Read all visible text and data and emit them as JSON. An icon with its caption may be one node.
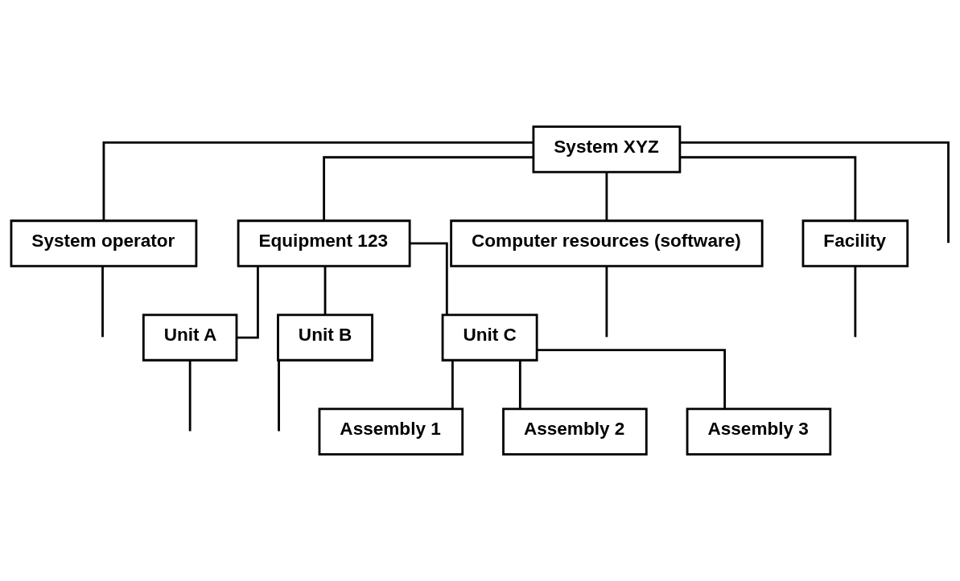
{
  "diagram": {
    "nodes": [
      {
        "text": [
          "System XYZ"
        ]
      },
      {
        "text": [
          "System operator"
        ]
      },
      {
        "text": [
          "Equipment 123"
        ]
      },
      {
        "text": [
          "Computer resources (software)"
        ]
      },
      {
        "text": [
          "Facility"
        ]
      },
      {
        "text": [
          "Unit A"
        ]
      },
      {
        "text": [
          "Unit B"
        ]
      },
      {
        "text": [
          "Unit C"
        ]
      },
      {
        "text": [
          "Assembly 1"
        ]
      },
      {
        "text": [
          "Assembly 2"
        ]
      },
      {
        "text": [
          "Assembly 3"
        ]
      }
    ],
    "edges": [
      {
        "from": 0,
        "to": 1,
        "arrow": "none"
      },
      {
        "from": 0,
        "to": 2,
        "arrow": "none"
      },
      {
        "from": 0,
        "to": 3,
        "arrow": "none"
      },
      {
        "from": 0,
        "to": 4,
        "arrow": "none"
      },
      {
        "from": 0,
        "to": null,
        "arrow": "none"
      },
      {
        "from": 1,
        "to": null,
        "arrow": "none"
      },
      {
        "from": 3,
        "to": null,
        "arrow": "none"
      },
      {
        "from": 4,
        "to": null,
        "arrow": "none"
      },
      {
        "from": 2,
        "to": 5,
        "arrow": "none"
      },
      {
        "from": 2,
        "to": 6,
        "arrow": "none"
      },
      {
        "from": 2,
        "to": 7,
        "arrow": "none"
      },
      {
        "from": 5,
        "to": null,
        "arrow": "none"
      },
      {
        "from": 6,
        "to": null,
        "arrow": "none"
      },
      {
        "from": 7,
        "to": 8,
        "arrow": "none"
      },
      {
        "from": 7,
        "to": 9,
        "arrow": "none"
      },
      {
        "from": 7,
        "to": 10,
        "arrow": "none"
      }
    ]
  }
}
